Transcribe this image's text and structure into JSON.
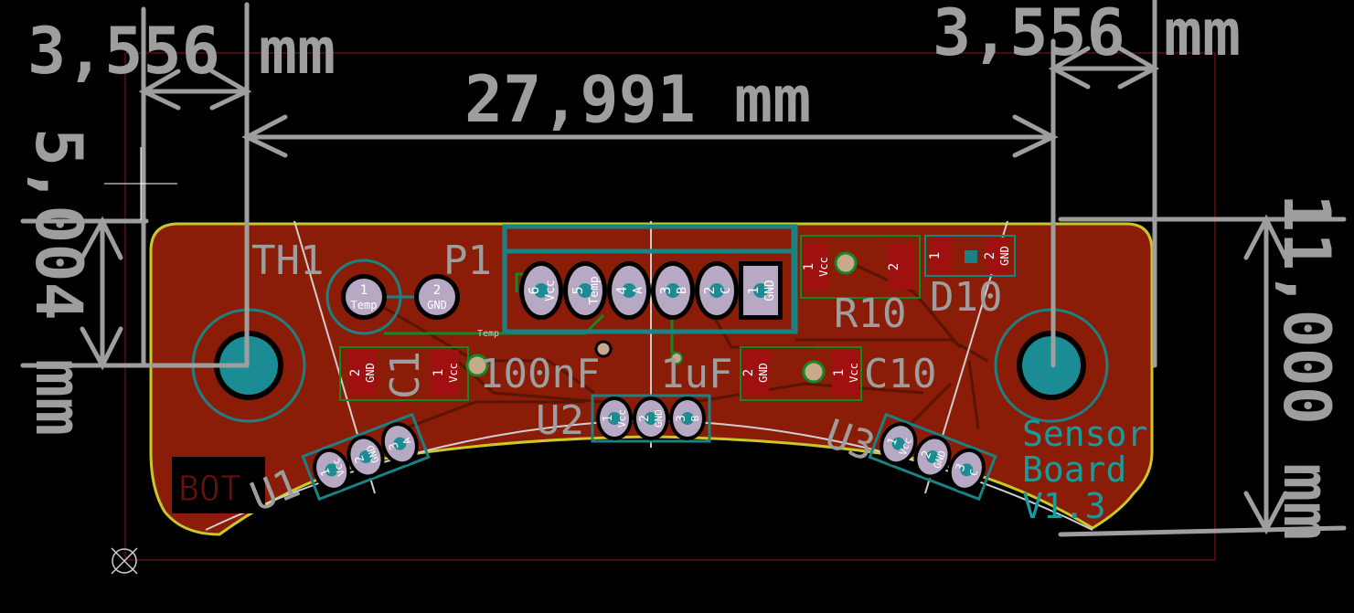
{
  "colors": {
    "background": "#000000",
    "board_fill": "#8a1c08",
    "board_outline": "#c8c82a",
    "dimension": "#9e9e9e",
    "silkscreen": "#cfcfcf",
    "copper_pad": "#a01010",
    "through_pad": "#b7a9c4",
    "via_ring": "#2a8c8c",
    "hole": "#1c8c94",
    "courtyard": "#1a8282",
    "trace": "#5a1404",
    "edge_cut": "#7a1010",
    "green_trace": "#138826"
  },
  "dimensions": {
    "top_left_width": "3,556 mm",
    "main_width": "27,991 mm",
    "top_right_width": "3,556 mm",
    "left_height": "5,004 mm",
    "right_height": "11,000 mm"
  },
  "refs": {
    "th1": "TH1",
    "p1": "P1",
    "r10": "R10",
    "d10": "D10",
    "c1": "C1",
    "c1_value": "100nF",
    "c10_value": "1uF",
    "c10": "C10",
    "u1": "U1",
    "u2": "U2",
    "u3": "U3",
    "bot_mark": "BOT",
    "net_temp": "Temp"
  },
  "board_text": [
    "Sensor",
    "Board",
    "V1.3"
  ],
  "p1_pins": [
    {
      "num": "6",
      "name": "Vcc"
    },
    {
      "num": "5",
      "name": "Temp"
    },
    {
      "num": "4",
      "name": "A"
    },
    {
      "num": "3",
      "name": "B"
    },
    {
      "num": "2",
      "name": "C"
    },
    {
      "num": "1",
      "name": "GND"
    }
  ],
  "th1_pins": [
    {
      "num": "1",
      "name": "Temp"
    },
    {
      "num": "2",
      "name": "GND"
    }
  ],
  "c1_pads": [
    {
      "num": "2",
      "name": "GND"
    },
    {
      "num": "1",
      "name": "Vcc"
    }
  ],
  "c10_pads": [
    {
      "num": "2",
      "name": "GND"
    },
    {
      "num": "1",
      "name": "Vcc"
    }
  ],
  "r10_pads": [
    {
      "num": "1",
      "name": "Vcc"
    },
    {
      "num": "2",
      "name": ""
    }
  ],
  "d10_pads": [
    {
      "num": "1",
      "name": ""
    },
    {
      "num": "2",
      "name": "GND"
    }
  ],
  "u1_pins": [
    {
      "num": "1",
      "name": "Vcc"
    },
    {
      "num": "2",
      "name": "GND"
    },
    {
      "num": "3",
      "name": "A"
    }
  ],
  "u2_pins": [
    {
      "num": "1",
      "name": "Vcc"
    },
    {
      "num": "2",
      "name": "GND"
    },
    {
      "num": "3",
      "name": "B"
    }
  ],
  "u3_pins": [
    {
      "num": "1",
      "name": "Vcc"
    },
    {
      "num": "2",
      "name": "GND"
    },
    {
      "num": "3",
      "name": "C"
    }
  ]
}
